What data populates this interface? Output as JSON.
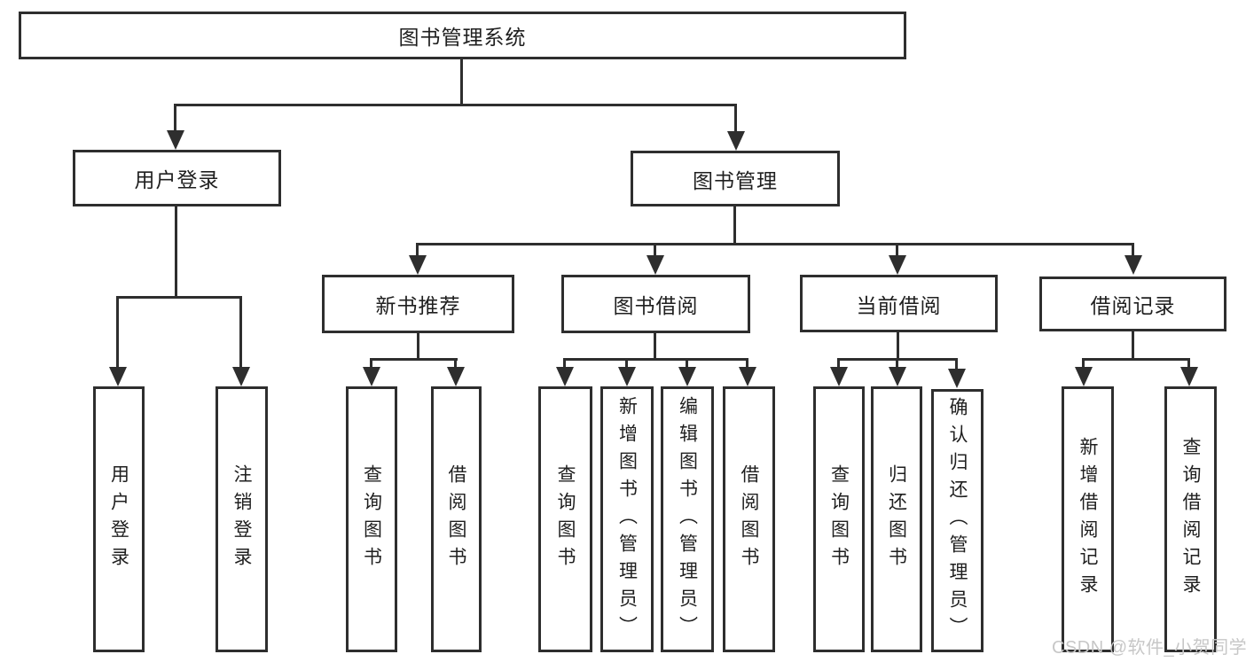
{
  "colors": {
    "line": "#2e2e2e",
    "text": "#1f1f1f",
    "background": "#ffffff",
    "watermark": "#c7c7c7"
  },
  "watermark": {
    "text": "CSDN @软件_小贺同学"
  },
  "tree": {
    "root": {
      "label": "图书管理系统",
      "children": [
        {
          "label": "用户登录",
          "children": [
            {
              "label": "用户登录"
            },
            {
              "label": "注销登录"
            }
          ]
        },
        {
          "label": "图书管理",
          "children": [
            {
              "label": "新书推荐",
              "children": [
                {
                  "label": "查询图书"
                },
                {
                  "label": "借阅图书"
                }
              ]
            },
            {
              "label": "图书借阅",
              "children": [
                {
                  "label": "查询图书"
                },
                {
                  "label": "新增图书（管理员）"
                },
                {
                  "label": "编辑图书（管理员）"
                },
                {
                  "label": "借阅图书"
                }
              ]
            },
            {
              "label": "当前借阅",
              "children": [
                {
                  "label": "查询图书"
                },
                {
                  "label": "归还图书"
                },
                {
                  "label": "确认归还（管理员）"
                }
              ]
            },
            {
              "label": "借阅记录",
              "children": [
                {
                  "label": "新增借阅记录"
                },
                {
                  "label": "查询借阅记录"
                }
              ]
            }
          ]
        }
      ]
    }
  }
}
